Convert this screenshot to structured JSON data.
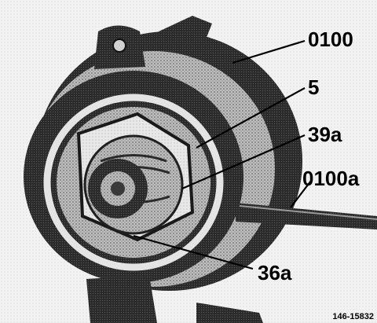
{
  "figure": {
    "kind": "photographic technical illustration (halftone)",
    "subject_icon": "bearing-nut-assembly-icon",
    "callouts": [
      {
        "id": "0100",
        "label": "0100"
      },
      {
        "id": "5",
        "label": "5"
      },
      {
        "id": "39a",
        "label": "39a"
      },
      {
        "id": "0100a",
        "label": "0100a"
      },
      {
        "id": "36a",
        "label": "36a"
      }
    ],
    "reference_code": "146-15832"
  },
  "colors": {
    "background": "#ffffff",
    "ink": "#000000",
    "mid_gray": "#8a8a8a",
    "light_gray": "#c9c9c9"
  }
}
